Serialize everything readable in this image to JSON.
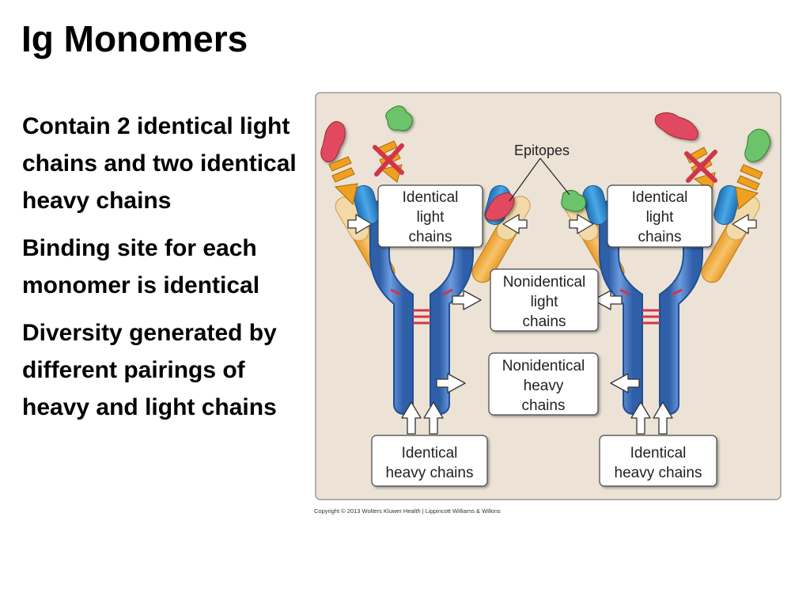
{
  "slide": {
    "title": "Ig Monomers",
    "bullets": [
      "Contain 2 identical light chains and two identical heavy chains",
      "Binding site for each monomer is identical",
      "Diversity generated by different pairings of heavy and light chains"
    ]
  },
  "figure": {
    "labels": {
      "epitopes": "Epitopes",
      "identical_light_left": [
        "Identical",
        "light",
        "chains"
      ],
      "identical_light_right": [
        "Identical",
        "light",
        "chains"
      ],
      "nonidentical_light": [
        "Nonidentical",
        "light",
        "chains"
      ],
      "nonidentical_heavy": [
        "Nonidentical",
        "heavy",
        "chains"
      ],
      "identical_heavy_left": [
        "Identical",
        "heavy chains"
      ],
      "identical_heavy_right": [
        "Identical",
        "heavy chains"
      ]
    },
    "colors": {
      "panel_bg": "#ece3d6",
      "heavy_chain": "#4a7cc4",
      "light_chain": "#f2b553",
      "variable_region": "#2f8fd2",
      "epitope_red": "#e0485e",
      "epitope_green": "#6cc46a",
      "arrow_orange": "#f0a020",
      "disulfide": "#d0354a"
    },
    "copyright": "Copyright © 2013 Wolters Kluwer Health | Lippincott Williams & Wilkins"
  }
}
